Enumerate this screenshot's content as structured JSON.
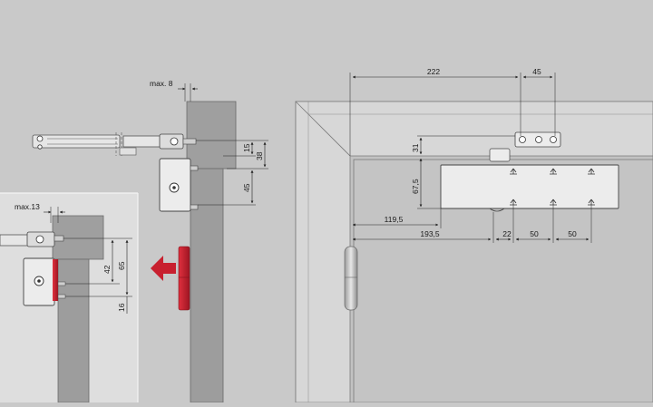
{
  "colors": {
    "background": "#c9c9c9",
    "wall": "#b9b9b9",
    "frame_face": "#d7d7d7",
    "hardware": "#ececec",
    "accent_red": "#c8202f",
    "dimension_line": "#222222"
  },
  "icons": {
    "direction_arrow": "arrow-left-icon",
    "hinge": "hinge-icon"
  },
  "side_view": {
    "label_max_offset": "max. 8",
    "dim_arm_height": "15",
    "dim_arm_total": "38",
    "dim_body_height": "45"
  },
  "inset_view": {
    "label_max_offset": "max.13",
    "dim_upper": "42",
    "dim_total": "65",
    "dim_lower": "16"
  },
  "front_view": {
    "dim_top_total": "222",
    "dim_top_right": "45",
    "dim_vertical_upper": "31",
    "dim_vertical_lower": "67,5",
    "dim_horizontal_inner": "119,5",
    "dim_horizontal_outer": "193,5",
    "dim_spacing_a": "22",
    "dim_spacing_b": "50",
    "dim_spacing_c": "50"
  }
}
